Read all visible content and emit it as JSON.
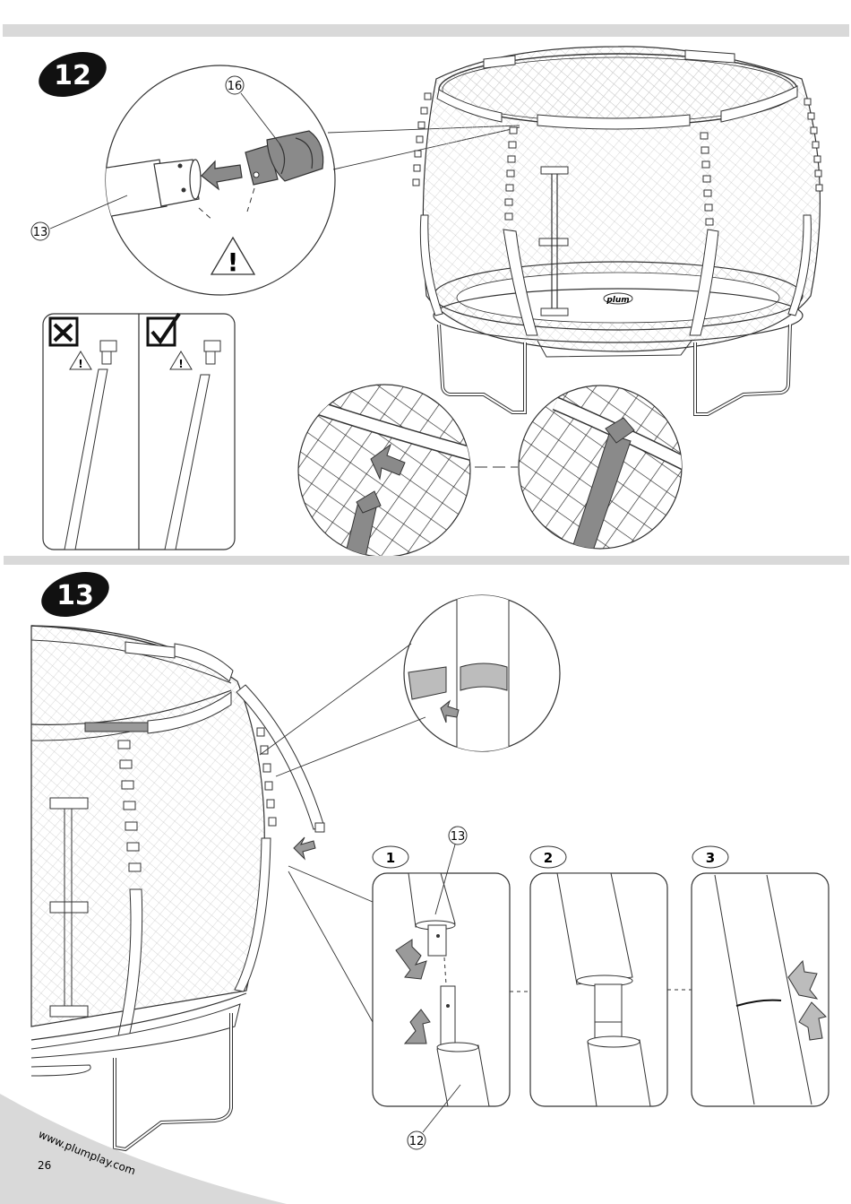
{
  "page": {
    "url": "www.plumplay.com",
    "page_number": "26",
    "brand_logo": "plum"
  },
  "step12": {
    "number": "12",
    "part_a": "16",
    "part_b": "13",
    "wrong_mark": "x-box-icon",
    "right_mark": "check-box-icon",
    "warning": "!"
  },
  "step13": {
    "number": "13",
    "substeps": [
      "1",
      "2",
      "3"
    ],
    "part_top": "13",
    "part_bottom": "12"
  }
}
